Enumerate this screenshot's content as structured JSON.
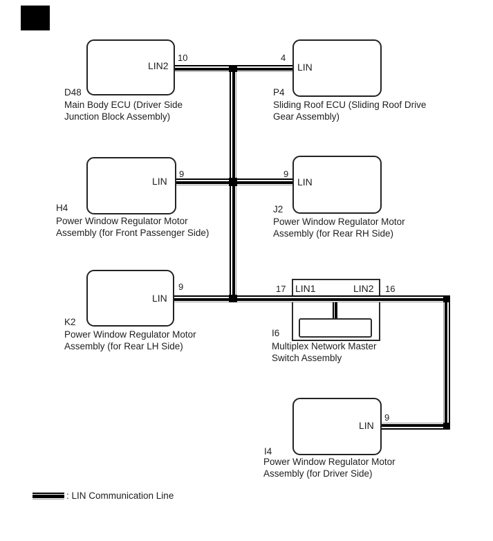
{
  "colors": {
    "line": "#000000",
    "line_shadow": "#9b9b9b",
    "text": "#1d1d1d"
  },
  "legend": {
    "label": ": LIN Communication Line"
  },
  "nodes": [
    {
      "code": "D48",
      "caption": "Main Body ECU (Driver Side\nJunction Block Assembly)",
      "pin_label": "LIN2",
      "pin_no": "10"
    },
    {
      "code": "P4",
      "caption": "Sliding Roof ECU (Sliding Roof Drive\nGear Assembly)",
      "pin_label": "LIN",
      "pin_no": "4"
    },
    {
      "code": "H4",
      "caption": "Power Window Regulator Motor\nAssembly (for Front Passenger Side)",
      "pin_label": "LIN",
      "pin_no": "9"
    },
    {
      "code": "J2",
      "caption": "Power Window Regulator Motor\nAssembly (for Rear RH Side)",
      "pin_label": "LIN",
      "pin_no": "9"
    },
    {
      "code": "K2",
      "caption": "Power Window Regulator Motor\nAssembly (for Rear LH Side)",
      "pin_label": "LIN",
      "pin_no": "9"
    },
    {
      "code": "I6",
      "caption": "Multiplex Network Master\nSwitch Assembly",
      "pin_left_label": "LIN1",
      "pin_left_no": "17",
      "pin_right_label": "LIN2",
      "pin_right_no": "16"
    },
    {
      "code": "I4",
      "caption": "Power Window Regulator Motor\nAssembly (for Driver Side)",
      "pin_label": "LIN",
      "pin_no": "9"
    }
  ]
}
